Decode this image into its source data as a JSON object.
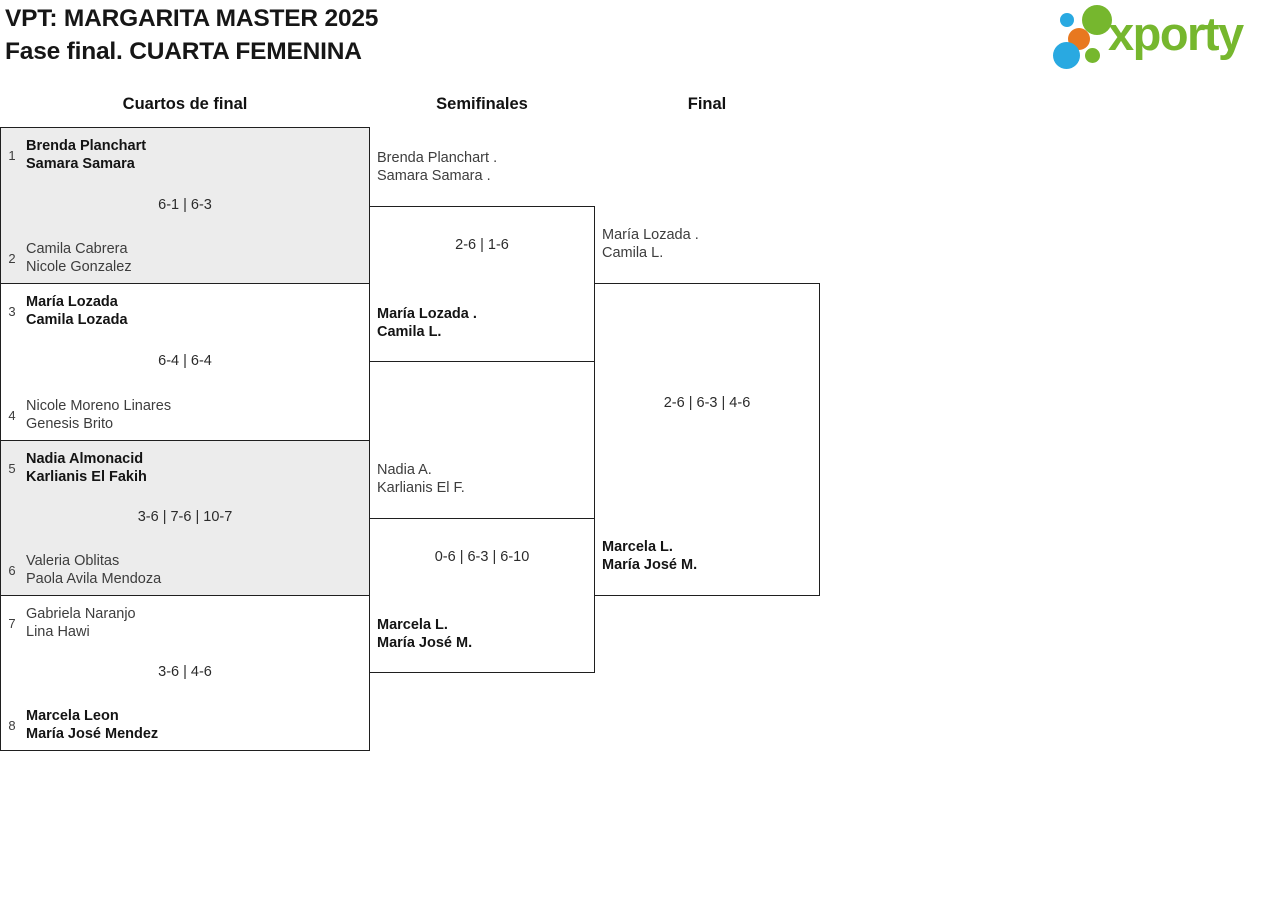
{
  "header": {
    "title_line1": "VPT: MARGARITA MASTER 2025",
    "title_line2": "Fase final. CUARTA FEMENINA"
  },
  "logo": {
    "brand": "xporty",
    "green": "#76b72e",
    "blue": "#29a9e1",
    "orange": "#e8781f"
  },
  "columns": {
    "quarterfinals": "Cuartos de final",
    "semifinals": "Semifinales",
    "final": "Final"
  },
  "colors": {
    "box_shade": "#ececec",
    "border": "#1f1f1f",
    "winner_text": "#141414",
    "normal_text": "#3d3d3d"
  },
  "bracket": {
    "quarterfinals": [
      {
        "seed_top": "1",
        "top_line1": "Brenda Planchart",
        "top_line2": "Samara Samara",
        "score": "6-1 | 6-3",
        "winner": "top",
        "seed_bottom": "2",
        "bottom_line1": "Camila Cabrera",
        "bottom_line2": "Nicole Gonzalez"
      },
      {
        "seed_top": "3",
        "top_line1": "María Lozada",
        "top_line2": "Camila Lozada",
        "score": "6-4 | 6-4",
        "winner": "top",
        "seed_bottom": "4",
        "bottom_line1": "Nicole Moreno Linares",
        "bottom_line2": "Genesis Brito"
      },
      {
        "seed_top": "5",
        "top_line1": "Nadia Almonacid",
        "top_line2": "Karlianis El Fakih",
        "score": "3-6 | 7-6 | 10-7",
        "winner": "top",
        "seed_bottom": "6",
        "bottom_line1": "Valeria Oblitas",
        "bottom_line2": "Paola Avila Mendoza"
      },
      {
        "seed_top": "7",
        "top_line1": "Gabriela Naranjo",
        "top_line2": "Lina Hawi",
        "score": "3-6 | 4-6",
        "winner": "bottom",
        "seed_bottom": "8",
        "bottom_line1": "Marcela Leon",
        "bottom_line2": "María José Mendez"
      }
    ],
    "semifinals": [
      {
        "top_line1": "Brenda Planchart .",
        "top_line2": "Samara Samara .",
        "score": "2-6 | 1-6",
        "winner": "bottom",
        "bottom_line1": "María Lozada .",
        "bottom_line2": "Camila L."
      },
      {
        "top_line1": "Nadia A.",
        "top_line2": "Karlianis El F.",
        "score": "0-6 | 6-3 | 6-10",
        "winner": "bottom",
        "bottom_line1": "Marcela L.",
        "bottom_line2": "María José M."
      }
    ],
    "final": {
      "top_line1": "María Lozada .",
      "top_line2": "Camila L.",
      "score": "2-6 | 6-3 | 4-6",
      "winner": "bottom",
      "bottom_line1": "Marcela L.",
      "bottom_line2": "María José M."
    }
  }
}
